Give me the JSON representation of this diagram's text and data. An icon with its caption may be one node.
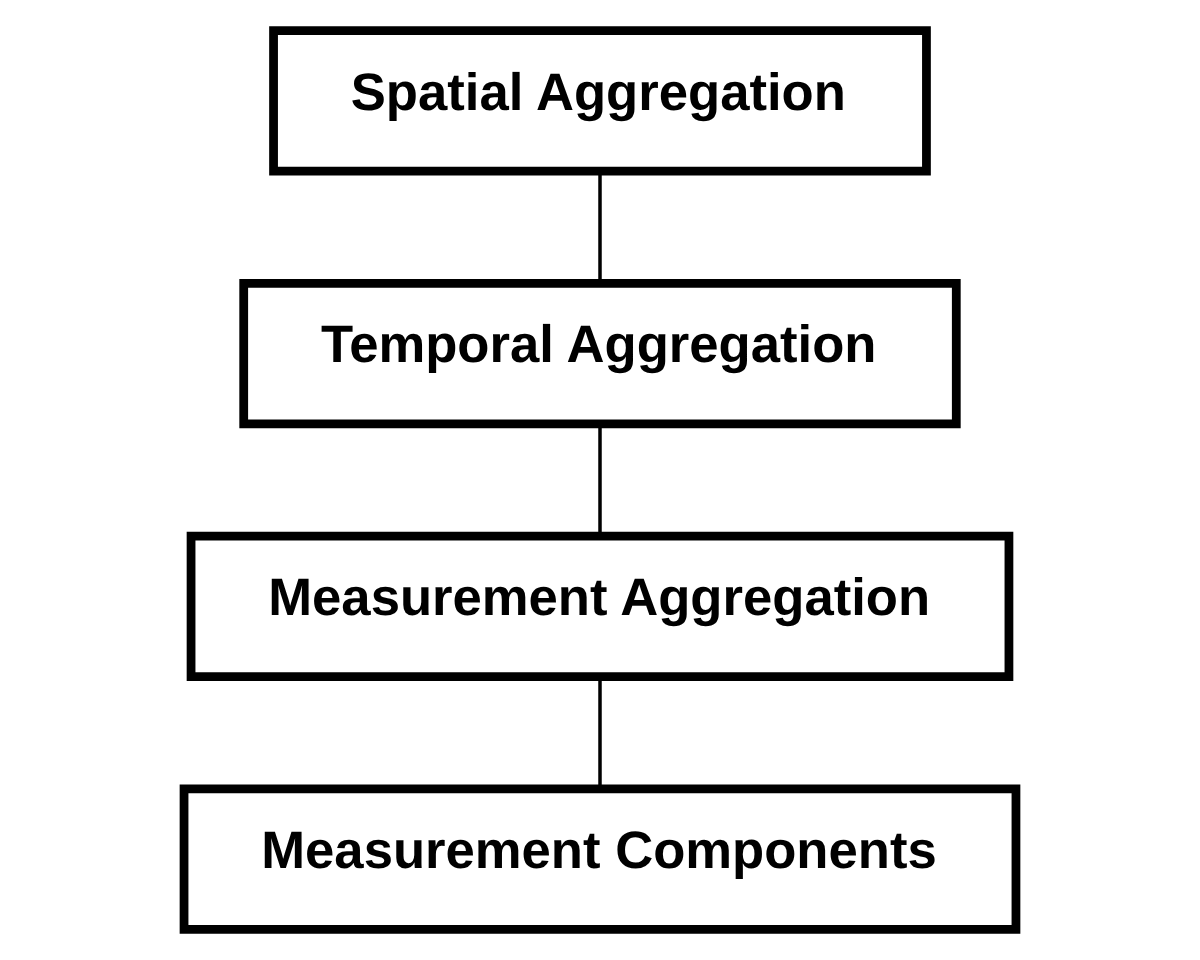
{
  "diagram": {
    "nodes": [
      {
        "text": [
          "Spatial Aggregation"
        ]
      },
      {
        "text": [
          "Temporal Aggregation"
        ]
      },
      {
        "text": [
          "Measurement Aggregation"
        ]
      },
      {
        "text": [
          "Measurement Components"
        ]
      }
    ],
    "edges": [
      {
        "from": 0,
        "to": 1,
        "arrow": "none"
      },
      {
        "from": 1,
        "to": 2,
        "arrow": "none"
      },
      {
        "from": 2,
        "to": 3,
        "arrow": "none"
      }
    ]
  }
}
